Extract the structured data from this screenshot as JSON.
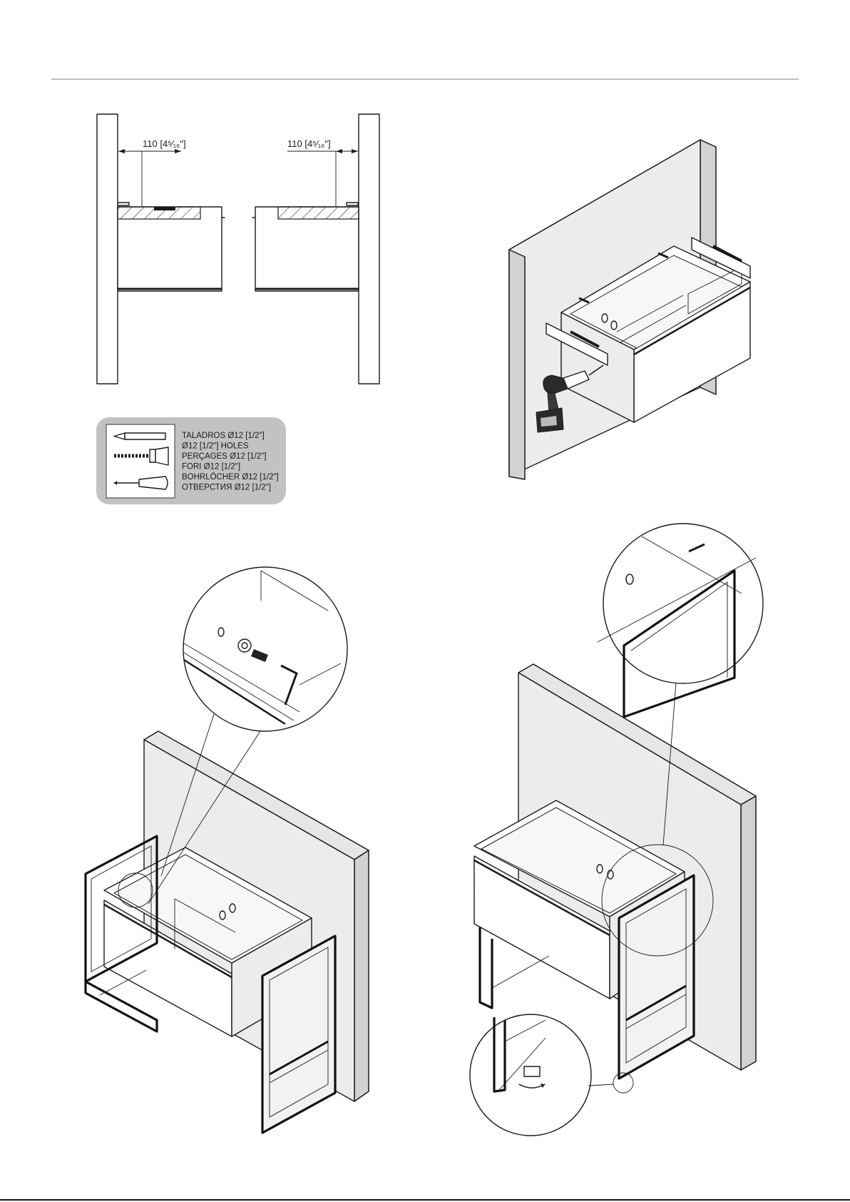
{
  "dimensions": {
    "left": "110 [4⁵⁄₁₆\"]",
    "right": "110 [4⁵⁄₁₆\"]"
  },
  "legend": {
    "lines": [
      "TALADROS Ø12 [1/2\"]",
      "Ø12 [1/2\"] HOLES",
      "PERÇAGES Ø12 [1/2\"]",
      "FORI Ø12 [1/2\"]",
      "BOHRLÖCHER Ø12 [1/2\"]",
      "ОТВЕРСТИЯ Ø12 [1/2\"]"
    ],
    "icons": [
      "pencil-icon",
      "drill-bit-icon",
      "screwdriver-icon"
    ]
  }
}
